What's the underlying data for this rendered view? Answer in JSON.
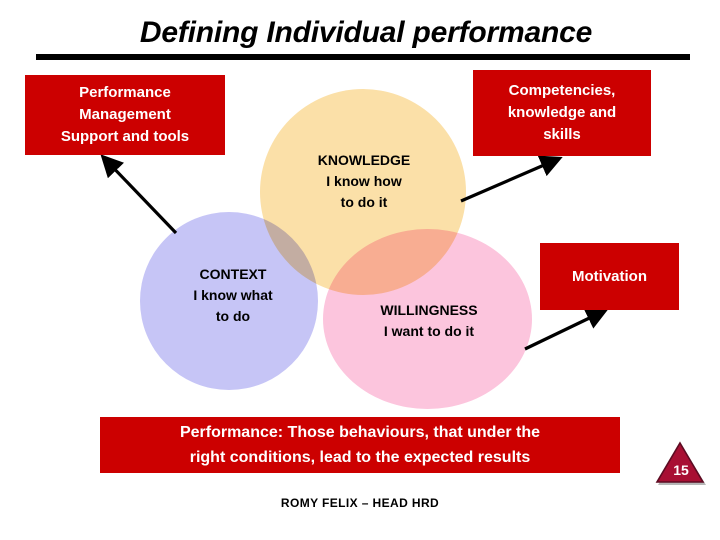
{
  "slide": {
    "title": "Defining Individual performance",
    "page_number": "15",
    "footer": "ROMY FELIX – HEAD HRD"
  },
  "colors": {
    "red_box": "#cc0000",
    "badge": "#a80f33",
    "knowledge_circle": "#fbe0a8",
    "context_circle": "#c6c5f6",
    "willingness_circle": "#fcc5dd",
    "rule": "#000000",
    "text_dark": "#000000",
    "text_light": "#ffffff"
  },
  "callouts": [
    {
      "id": "performance-management",
      "text": "Performance\nManagement\nSupport and tools"
    },
    {
      "id": "competencies",
      "text": "Competencies,\nknowledge and\nskills"
    },
    {
      "id": "motivation",
      "text": "Motivation"
    }
  ],
  "venn": {
    "knowledge": {
      "title": "KNOWLEDGE",
      "subtitle": "I know how\nto do it",
      "text": "KNOWLEDGE\nI know how\nto do it"
    },
    "context": {
      "title": "CONTEXT",
      "subtitle": "I know what\nto do",
      "text": "CONTEXT\nI know what\nto do"
    },
    "willingness": {
      "title": "WILLINGNESS",
      "subtitle": "I want to do it",
      "text": "WILLINGNESS\nI want to do it"
    }
  },
  "banner": {
    "text": "Performance:  Those behaviours, that under the\nright conditions, lead to the expected results"
  }
}
